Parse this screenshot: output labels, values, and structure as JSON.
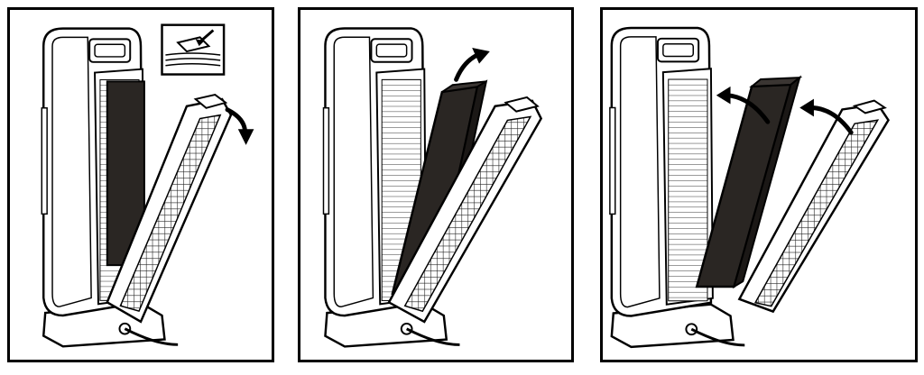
{
  "figure": {
    "panels": [
      {
        "step": 1,
        "action": "open-front-hepa-filter-panel",
        "inset": "latch-detail"
      },
      {
        "step": 2,
        "action": "lift-out-carbon-filter"
      },
      {
        "step": 3,
        "action": "remove-carbon-and-hepa-filters"
      }
    ],
    "colors": {
      "outline": "#000000",
      "body": "#ffffff",
      "carbon_filter": "#2a2623",
      "mesh": "#222222"
    },
    "icons": [
      "curved-arrow-icon",
      "latch-detail-icon"
    ]
  }
}
